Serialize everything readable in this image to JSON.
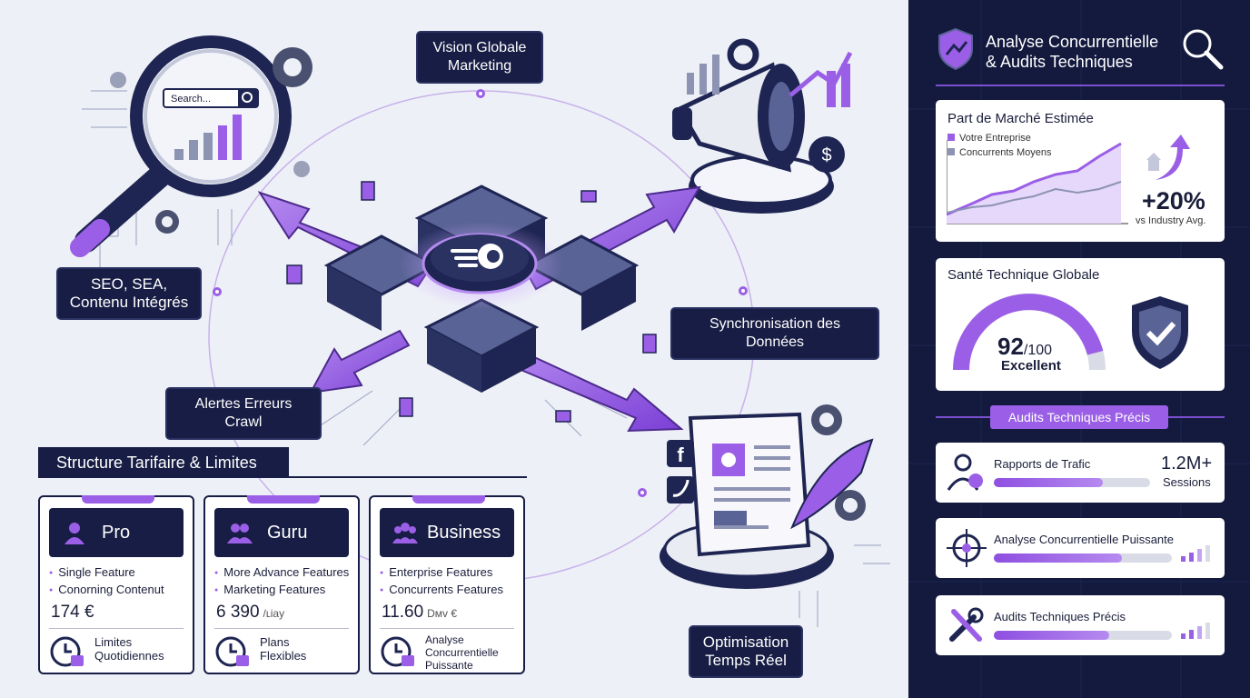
{
  "labels": {
    "vision": [
      "Vision Globale",
      "Marketing"
    ],
    "seo": [
      "SEO, SEA,",
      "Contenu Intégrés"
    ],
    "sync": "Synchronisation des Données",
    "crawl": "Alertes Erreurs Crawl",
    "optim": [
      "Optimisation",
      "Temps Réel"
    ],
    "search": "Search..."
  },
  "pricing": {
    "title": "Structure Tarifaire & Limites",
    "plans": [
      {
        "name": "Pro",
        "features": [
          "Single Feature",
          "Conorning Contenut"
        ],
        "price": "174 €",
        "price_suffix": "",
        "foot": [
          "Limites",
          "Quotidiennes"
        ]
      },
      {
        "name": "Guru",
        "features": [
          "More Advance Features",
          "Marketing Features"
        ],
        "price": "6 390",
        "price_suffix": "/ʟiay",
        "foot": [
          "Plans",
          "Flexibles"
        ]
      },
      {
        "name": "Business",
        "features": [
          "Enterprise Features",
          "Concurrents Features"
        ],
        "price": "11.60",
        "price_suffix": "Dᴍv €",
        "foot": [
          "Analyse",
          "Concurrentielle",
          "Puissante"
        ]
      }
    ]
  },
  "panel": {
    "title": [
      "Analyse Concurrentielle",
      "& Audits Techniques"
    ],
    "market": {
      "title": "Part de Marché Estimée",
      "legend": [
        "Votre Entreprise",
        "Concurrents Moyens"
      ],
      "big": "+20%",
      "sub": "vs Industry Avg."
    },
    "health": {
      "title": "Santé Technique Globale",
      "score": "92",
      "max": "/100",
      "label": "Excellent",
      "value": 92
    },
    "audits_header": "Audits Techniques Précis",
    "rows": [
      {
        "label": "Rapports de Trafic",
        "value": "1.2M+",
        "unit": "Sessions",
        "fill": 0.7
      },
      {
        "label": "Analyse Concurrentielle Puissante",
        "value": "",
        "unit": "",
        "fill": 0.72
      },
      {
        "label": "Audits Techniques Précis",
        "value": "",
        "unit": "",
        "fill": 0.65
      }
    ]
  },
  "colors": {
    "navy": "#171d44",
    "purple": "#9a5fe6",
    "panel": "#131a3e"
  }
}
